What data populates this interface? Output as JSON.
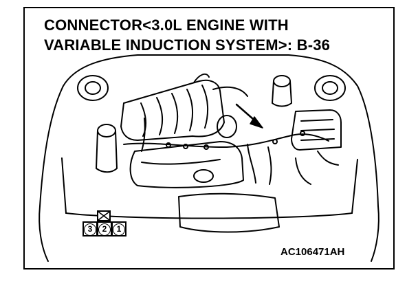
{
  "title": {
    "line1": "CONNECTOR<3.0L ENGINE WITH",
    "line2": "VARIABLE INDUCTION SYSTEM>: B-36"
  },
  "connector": {
    "pins": [
      "3",
      "2",
      "1"
    ]
  },
  "figure_code": "AC106471AH",
  "colors": {
    "ink": "#000000",
    "background": "#ffffff"
  },
  "icons": [
    "connector-key-x-icon",
    "pointer-arrow-icon"
  ]
}
